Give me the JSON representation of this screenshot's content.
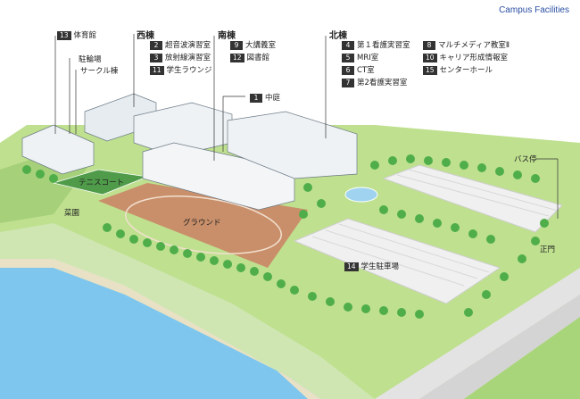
{
  "header": {
    "title": "Campus Facilities"
  },
  "labels": {
    "gym": {
      "num": "13",
      "text": "体育館"
    },
    "bike": "駐輪場",
    "circle": "サークル棟",
    "tennis": "テニスコート",
    "garden": "菜園",
    "ground": "グラウンド",
    "bus": "バス停",
    "gate": "正門",
    "courtyard": {
      "num": "1",
      "text": "中庭"
    },
    "parking": {
      "num": "14",
      "text": "学生駐車場"
    }
  },
  "west": {
    "title": "西棟",
    "items": [
      {
        "num": "2",
        "text": "超音波演習室"
      },
      {
        "num": "3",
        "text": "放射線演習室"
      },
      {
        "num": "11",
        "text": "学生ラウンジ"
      }
    ]
  },
  "south": {
    "title": "南棟",
    "items": [
      {
        "num": "9",
        "text": "大講義室"
      },
      {
        "num": "12",
        "text": "図書館"
      }
    ]
  },
  "north": {
    "title": "北棟",
    "items": [
      {
        "num": "4",
        "text": "第１看護実習室"
      },
      {
        "num": "5",
        "text": "MRI室"
      },
      {
        "num": "6",
        "text": "CT室"
      },
      {
        "num": "7",
        "text": "第2看護実習室"
      },
      {
        "num": "8",
        "text": "マルチメディア教室Ⅱ"
      },
      {
        "num": "10",
        "text": "キャリア形成情報室"
      },
      {
        "num": "15",
        "text": "センターホール"
      }
    ]
  },
  "colors": {
    "grass": "#a9d57a",
    "lawn": "#c6e29a",
    "river": "#7fc6ee",
    "road": "#e6e6e6",
    "track": "#c98f6a",
    "building": "#eef2f5",
    "tree": "#4fae4a"
  }
}
